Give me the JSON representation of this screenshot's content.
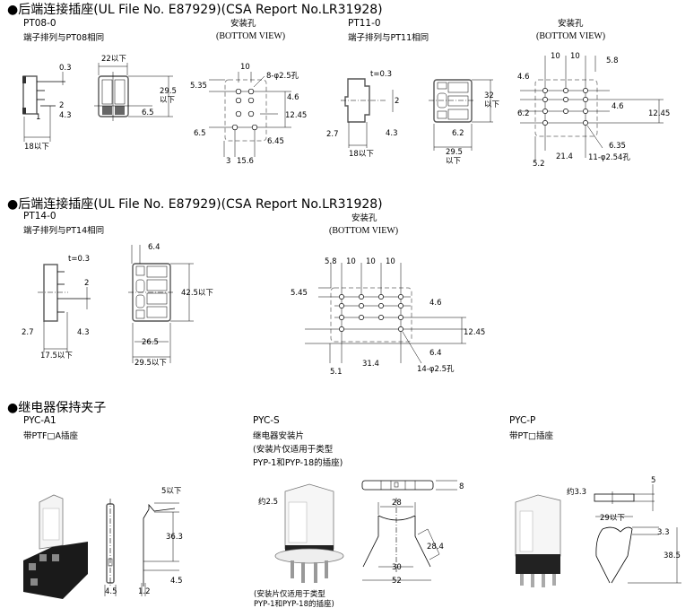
{
  "section1": {
    "heading": "●后端连接插座(UL File No. E87929)(CSA Report No.LR31928)",
    "pt08": {
      "model": "PT08-0",
      "note": "端子排列与PT08相同",
      "dims": [
        "0.3",
        "2",
        "4.3",
        "1",
        "18以下",
        "22以下",
        "29.5",
        "以下",
        "6.5"
      ],
      "bottom_view": {
        "title": "安装孔",
        "subtitle": "(BOTTOM VIEW)",
        "dims": [
          "10",
          "8-φ2.5孔",
          "5.35",
          "4.6",
          "12.45",
          "6.5",
          "6.45",
          "3",
          "15.6"
        ]
      }
    },
    "pt11": {
      "model": "PT11-0",
      "note": "端子排列与PT11相同",
      "dims": [
        "t=0.3",
        "2",
        "2.7",
        "4.3",
        "18以下",
        "32",
        "以下",
        "6.2",
        "29.5",
        "以下"
      ],
      "bottom_view": {
        "title": "安装孔",
        "subtitle": "(BOTTOM VIEW)",
        "dims": [
          "10",
          "10",
          "5.8",
          "4.6",
          "4.6",
          "6.2",
          "12.45",
          "6.35",
          "5.2",
          "21.4",
          "11-φ2.54孔"
        ]
      }
    }
  },
  "section2": {
    "heading": "●后端连接插座(UL File No. E87929)(CSA Report No.LR31928)",
    "pt14": {
      "model": "PT14-0",
      "note": "端子排列与PT14相同",
      "dims": [
        "t=0.3",
        "2",
        "2.7",
        "4.3",
        "17.5以下",
        "6.4",
        "42.5以下",
        "26.5",
        "29.5以下"
      ],
      "bottom_view": {
        "title": "安装孔",
        "subtitle": "(BOTTOM VIEW)",
        "dims": [
          "5.8",
          "10",
          "10",
          "10",
          "5.45",
          "4.6",
          "12.45",
          "6.4",
          "5.1",
          "31.4",
          "14-φ2.5孔"
        ]
      }
    }
  },
  "section3": {
    "heading": "●继电器保持夹子",
    "pyc_a1": {
      "model": "PYC-A1",
      "note": "带PTF□A插座",
      "dims": [
        "5以下",
        "36.3",
        "4.5",
        "1.2",
        "4.5"
      ]
    },
    "pyc_s": {
      "model": "PYC-S",
      "note1": "继电器安装片",
      "note2": "(安装片仅适用于类型",
      "note3": "PYP-1和PYP-18的插座)",
      "caption1": "(安装片仅适用于类型",
      "caption2": "PYP-1和PYP-18的插座)",
      "dims": [
        "约2.5",
        "8",
        "28",
        "28.4",
        "30",
        "52"
      ]
    },
    "pyc_p": {
      "model": "PYC-P",
      "note": "带PT□插座",
      "dims": [
        "约3.3",
        "5",
        "29以下",
        "3.3",
        "38.5"
      ]
    }
  }
}
